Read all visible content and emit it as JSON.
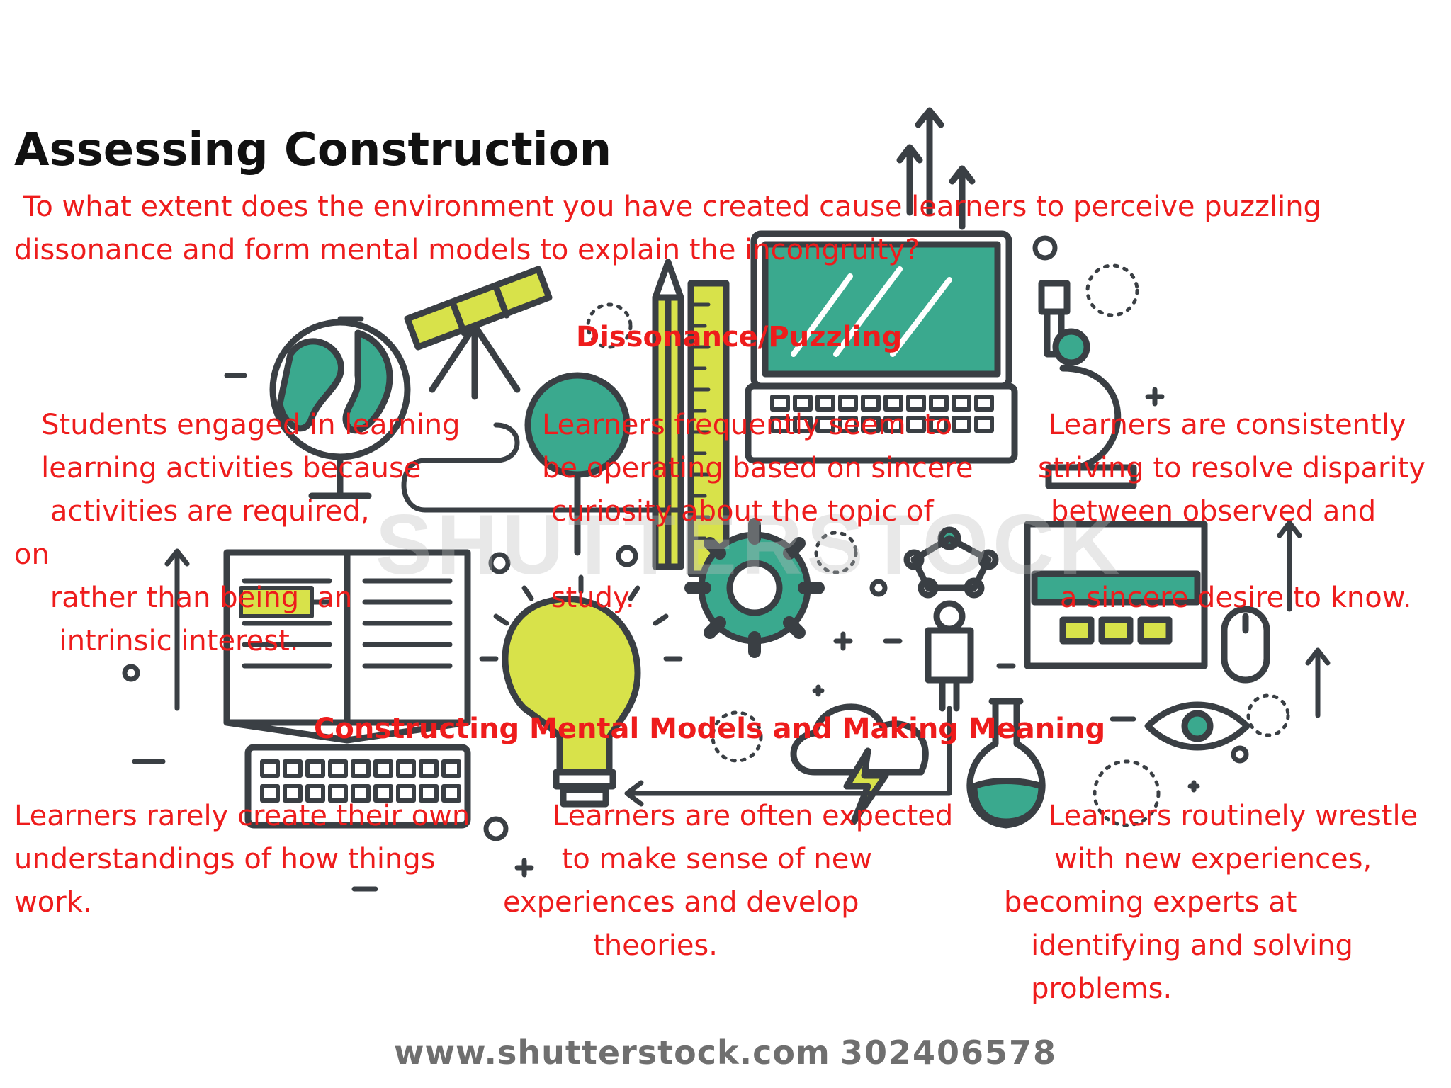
{
  "slide": {
    "title": "Assessing Construction",
    "question_lines": [
      " To what extent does the environment you have created cause learners to perceive puzzling",
      "dissonance and form mental models to explain the incongruity?"
    ],
    "section_dissonance": {
      "heading": "Dissonance/Puzzling",
      "col1_lines": [
        "   Students engaged in learning",
        "   learning activities because",
        "    activities are required,",
        "on",
        "    rather than being  an",
        "     intrinsic interest."
      ],
      "col2_lines": [
        "Learners frequently seem  to",
        "be operating based on sincere",
        " curiosity about the topic of",
        "",
        " study."
      ],
      "col3_lines": [
        "Learners are consistently",
        "striving to resolve disparity",
        "between observed and",
        "",
        "a sincere desire to know."
      ]
    },
    "section_mental_models": {
      "heading": "Constructing Mental Models and Making Meaning",
      "col1_lines": [
        "Learners rarely create their own",
        "understandings of how things",
        "work."
      ],
      "col2_lines": [
        "Learners are often expected",
        " to make sense of new",
        "experiences and develop",
        "          theories."
      ],
      "col3_lines": [
        "Learners routinely wrestle",
        "with new experiences,",
        "becoming experts at",
        "   identifying and solving",
        "   problems."
      ]
    }
  },
  "watermark": {
    "url": "www.shutterstock.com",
    "separator": "·",
    "image_id": "302406578",
    "logo_text": "SHUTTERSTOCK"
  },
  "colors": {
    "body_text": "#ee1c1c",
    "title_text": "#111111",
    "illustration_stroke": "#3a3f44",
    "illustration_teal": "#3aa98e",
    "illustration_lime": "#d8e24a",
    "watermark": "#6f6f6f"
  },
  "icons": [
    "globe-icon",
    "telescope-icon",
    "pencil-icon",
    "ruler-icon",
    "laptop-icon",
    "magnifier-icon",
    "microscope-icon",
    "book-icon",
    "gear-icon",
    "network-icon",
    "dashboard-icon",
    "mouse-icon",
    "lightbulb-icon",
    "keyboard-icon",
    "cloud-icon",
    "lightning-icon",
    "flask-icon",
    "eye-icon",
    "arrow-up-icon"
  ]
}
